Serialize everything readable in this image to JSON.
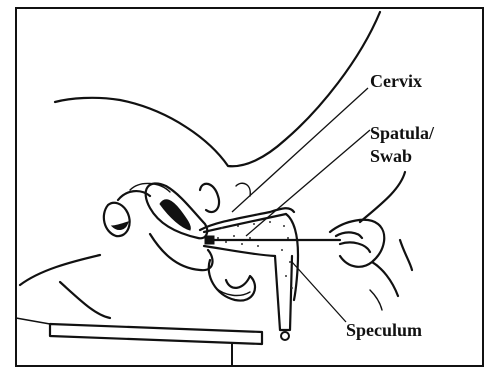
{
  "labels": {
    "cervix": "Cervix",
    "spatula_line1": "Spatula/",
    "spatula_line2": "Swab",
    "speculum": "Speculum"
  },
  "colors": {
    "ink": "#111111",
    "background": "#ffffff"
  }
}
